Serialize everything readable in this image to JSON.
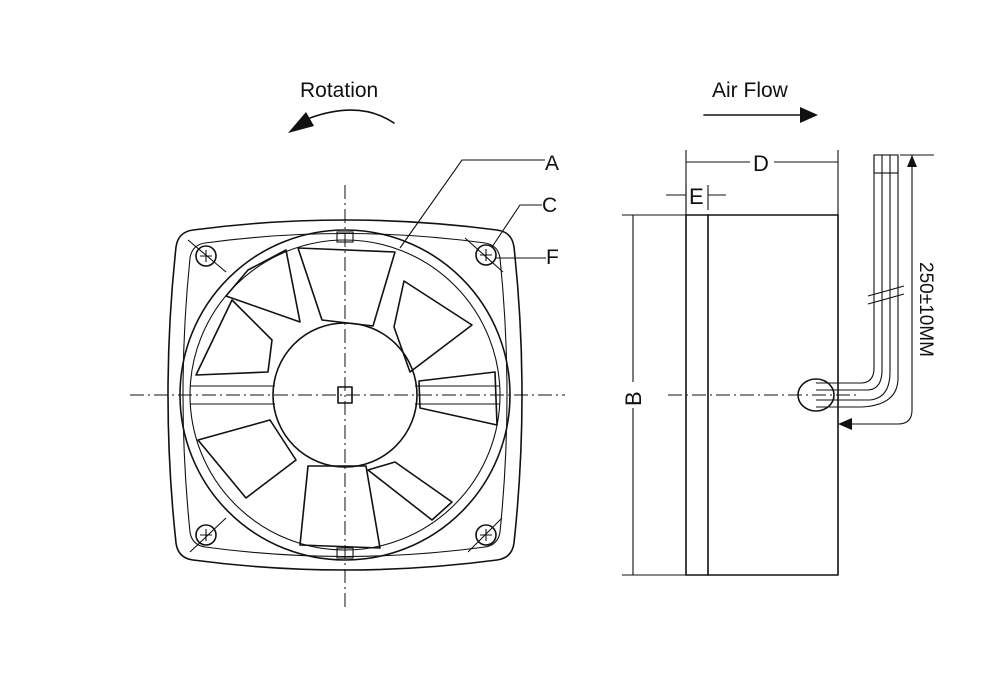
{
  "labels": {
    "rotation": "Rotation",
    "air_flow": "Air Flow",
    "a": "A",
    "c": "C",
    "f": "F",
    "d": "D",
    "e": "E",
    "b": "B",
    "lead_length": "250±10MM"
  }
}
